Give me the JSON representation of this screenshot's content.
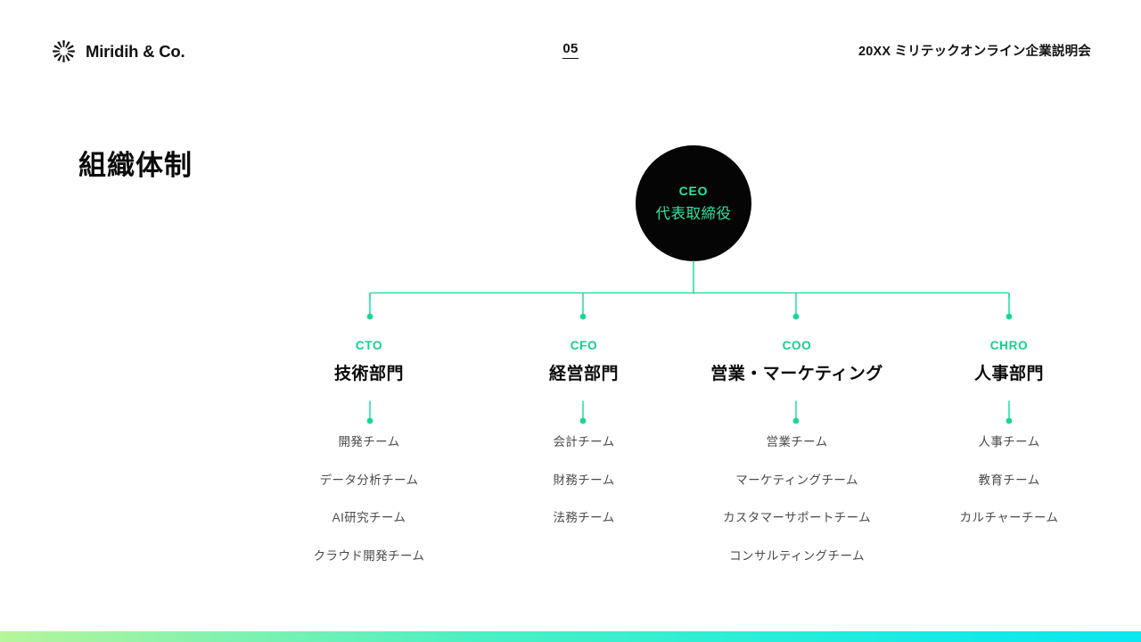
{
  "header": {
    "brand_name": "Miridih & Co.",
    "brand_logo_icon": "sunburst-logo-icon",
    "page_number": "05",
    "event_title": "20XX ミリテックオンライン企業説明会"
  },
  "slide": {
    "title": "組織体制"
  },
  "colors": {
    "accent_green": "#2EE39F",
    "connector_green": "#2BE0A6",
    "dept_role_green": "#14D08C",
    "node_black": "#050505",
    "text_dark": "#0B0B0B",
    "text_muted": "#4A4A4A",
    "background": "#FFFFFF",
    "footer_gradient_start": "#B6F59A",
    "footer_gradient_mid": "#4AF0C2",
    "footer_gradient_end": "#0CE7EF"
  },
  "org_chart": {
    "root": {
      "role": "CEO",
      "name": "代表取締役"
    },
    "departments": [
      {
        "role": "CTO",
        "name": "技術部門",
        "teams": [
          "開発チーム",
          "データ分析チーム",
          "AI研究チーム",
          "クラウド開発チーム"
        ]
      },
      {
        "role": "CFO",
        "name": "経営部門",
        "teams": [
          "会計チーム",
          "財務チーム",
          "法務チーム"
        ]
      },
      {
        "role": "COO",
        "name": "営業・マーケティング",
        "teams": [
          "営業チーム",
          "マーケティングチーム",
          "カスタマーサポートチーム",
          "コンサルティングチーム"
        ]
      },
      {
        "role": "CHRO",
        "name": "人事部門",
        "teams": [
          "人事チーム",
          "教育チーム",
          "カルチャーチーム"
        ]
      }
    ]
  }
}
